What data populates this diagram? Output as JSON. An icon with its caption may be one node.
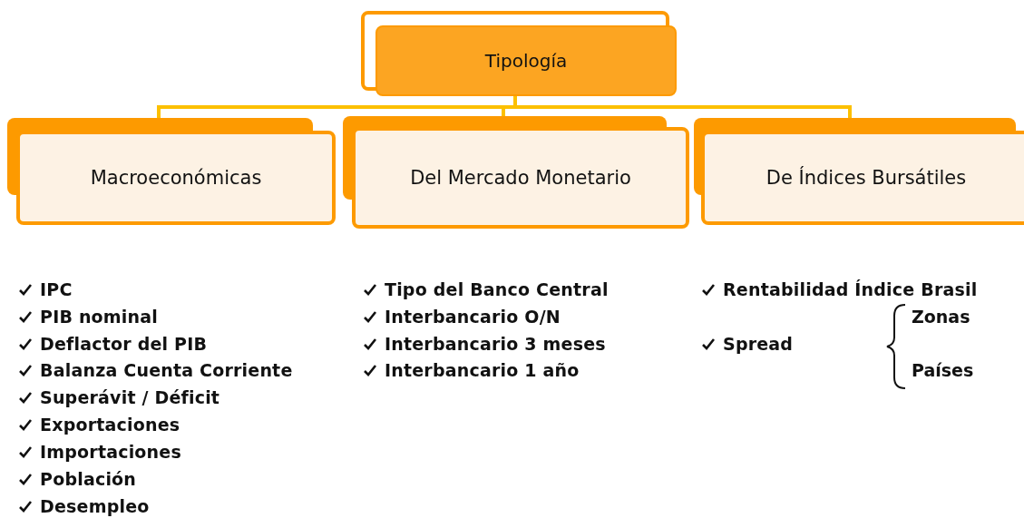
{
  "diagram": {
    "nodes": [
      {
        "text": [
          "Tipología"
        ]
      },
      {
        "text": [
          "Macroeconómicas"
        ]
      },
      {
        "text": [
          "Del Mercado Monetario"
        ]
      },
      {
        "text": [
          "De Índices Bursátiles"
        ]
      }
    ],
    "edges": [
      {
        "from": 0,
        "to": 1,
        "arrow": "none"
      },
      {
        "from": 0,
        "to": 2,
        "arrow": "none"
      },
      {
        "from": 0,
        "to": 3,
        "arrow": "none"
      }
    ],
    "labels": [
      "IPC",
      "Tipo del Banco Central",
      "Rentabilidad Índice Brasil",
      "PIB nominal",
      "Interbancario O/N",
      "Zonas",
      "Deflactor del PIB",
      "Interbancario 3 meses",
      "Spread",
      "Balanza Cuenta Corriente",
      "Interbancario 1 año",
      "Países",
      "Superávit / Déficit",
      "Exportaciones",
      "Importaciones",
      "Población",
      "Desempleo"
    ]
  }
}
